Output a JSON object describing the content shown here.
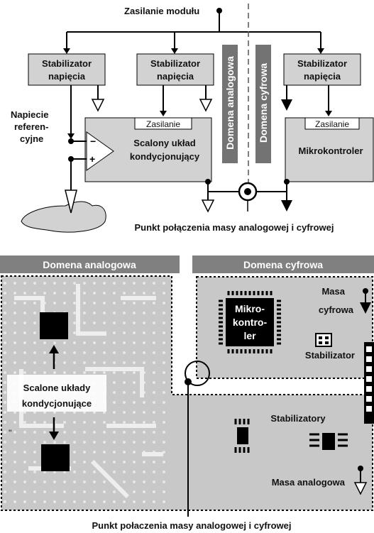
{
  "top_diagram": {
    "power_label": "Zasilanie modułu",
    "regulator_labels": [
      [
        "Stabilizator",
        "napięcia"
      ],
      [
        "Stabilizator",
        "napięcia"
      ],
      [
        "Stabilizator",
        "napięcia"
      ]
    ],
    "reference_label": [
      "Napiecie",
      "referen-",
      "cyjne"
    ],
    "minus_sign": "−",
    "plus_sign": "+",
    "supply_label_afe": "Zasilanie",
    "supply_label_mcu": "Zasilanie",
    "afe_label": [
      "Scalony układ",
      "kondycjonujący"
    ],
    "mcu_label": "Mikrokontroler",
    "analog_domain": "Domena analogowa",
    "digital_domain": "Domena cyfrowa",
    "ground_junction_label": "Punkt połączenia masy analogowej i cyfrowej",
    "colors": {
      "block_fill": "#d2d2d2",
      "domain_bar": "#737373",
      "line": "#000000"
    }
  },
  "bottom_layout": {
    "analog_domain_title": "Domena analogowa",
    "digital_domain_title": "Domena cyfrowa",
    "mcu_chip_label": [
      "Mikro-",
      "kontro-",
      "ler"
    ],
    "digital_ground_label": [
      "Masa",
      "cyfrowa"
    ],
    "regulator_label": "Stabilizator",
    "afe_label": [
      "Scalone układy",
      "kondycjonujące"
    ],
    "regulators_label": "Stabilizatory",
    "analog_ground_label": "Masa analogowa",
    "ground_junction_label": "Punkt połaczenia masy analogowej i cyfrowej",
    "side_mark": "''",
    "colors": {
      "pcb_fill": "#c8c8c8",
      "header_fill": "#808080",
      "chip": "#000000"
    }
  }
}
